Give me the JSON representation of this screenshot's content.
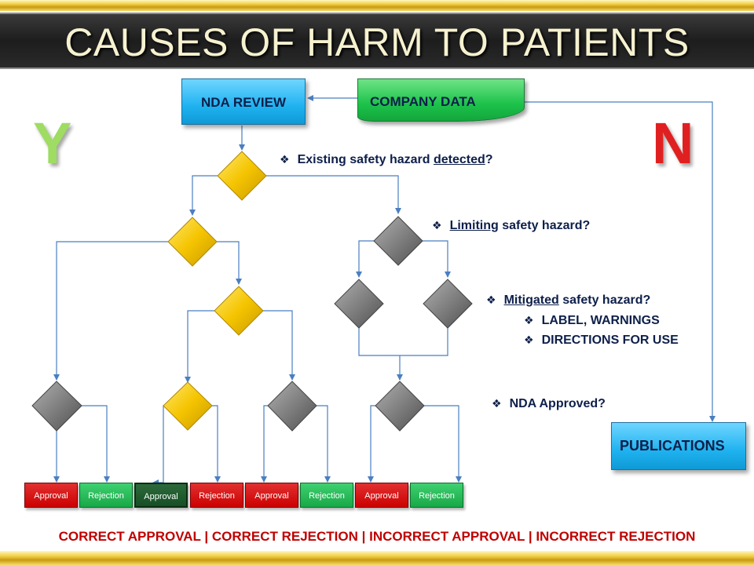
{
  "title": "CAUSES OF HARM TO PATIENTS",
  "boxes": {
    "nda_review": "NDA REVIEW",
    "company_data": "COMPANY DATA",
    "publications": "PUBLICATIONS"
  },
  "letters": {
    "yes": "Y",
    "no": "N"
  },
  "questions": {
    "q1": {
      "pre": "Existing safety hazard ",
      "u": "detected",
      "post": "?"
    },
    "q2": {
      "pre": "",
      "u": "Limiting",
      "post": " safety hazard?"
    },
    "q3": {
      "pre": "",
      "u": "Mitigated",
      "post": " safety hazard?"
    },
    "q3_sub1": "LABEL, WARNINGS",
    "q3_sub2": "DIRECTIONS FOR USE",
    "q4": "NDA Approved?"
  },
  "bullet": "❖",
  "outcomes": [
    "Approval",
    "Rejection",
    "Approval",
    "Rejection",
    "Approval",
    "Rejection",
    "Approval",
    "Rejection"
  ],
  "legend": "CORRECT APPROVAL | CORRECT REJECTION | INCORRECT APPROVAL | INCORRECT REJECTION",
  "colors": {
    "gold_diamond": "#f5c400",
    "gray_diamond": "#808080",
    "connector": "#4a7fc1",
    "approval": "#cc0000",
    "rejection": "#1faa4c",
    "incorrect_approval": "#1e5a2c",
    "legend_text": "#c00000"
  }
}
